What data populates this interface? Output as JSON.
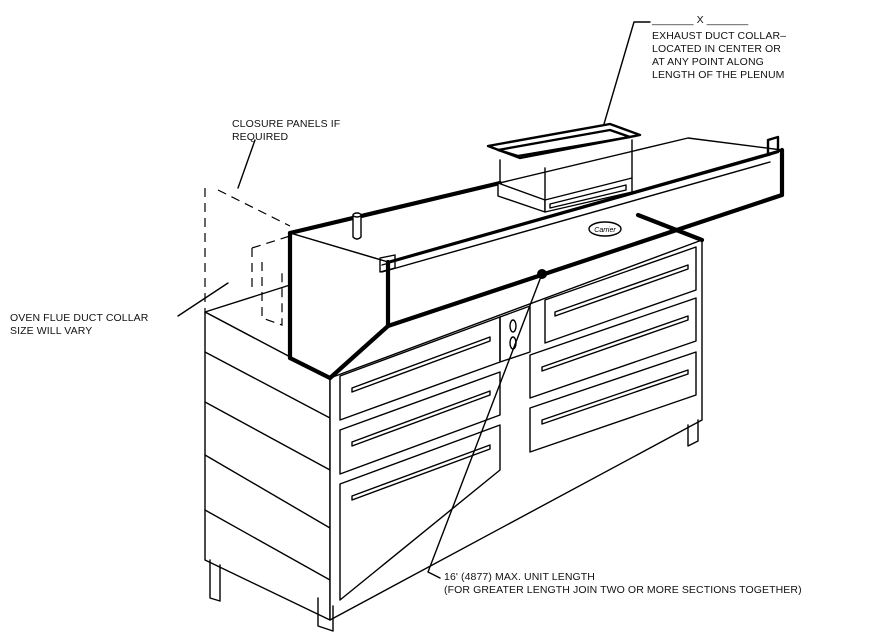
{
  "labels": {
    "dimension_x": "_______ X _______",
    "exhaust_collar": [
      "EXHAUST DUCT COLLAR–",
      "LOCATED IN CENTER OR",
      "AT ANY POINT ALONG",
      "LENGTH OF THE PLENUM"
    ],
    "closure_panels": [
      "CLOSURE PANELS IF",
      "REQUIRED"
    ],
    "oven_flue": [
      "OVEN FLUE DUCT COLLAR",
      "SIZE WILL VARY"
    ],
    "unit_length": [
      "16' (4877) MAX. UNIT LENGTH",
      "(FOR GREATER LENGTH JOIN TWO OR MORE SECTIONS TOGETHER)"
    ]
  },
  "brand": "Carrier"
}
